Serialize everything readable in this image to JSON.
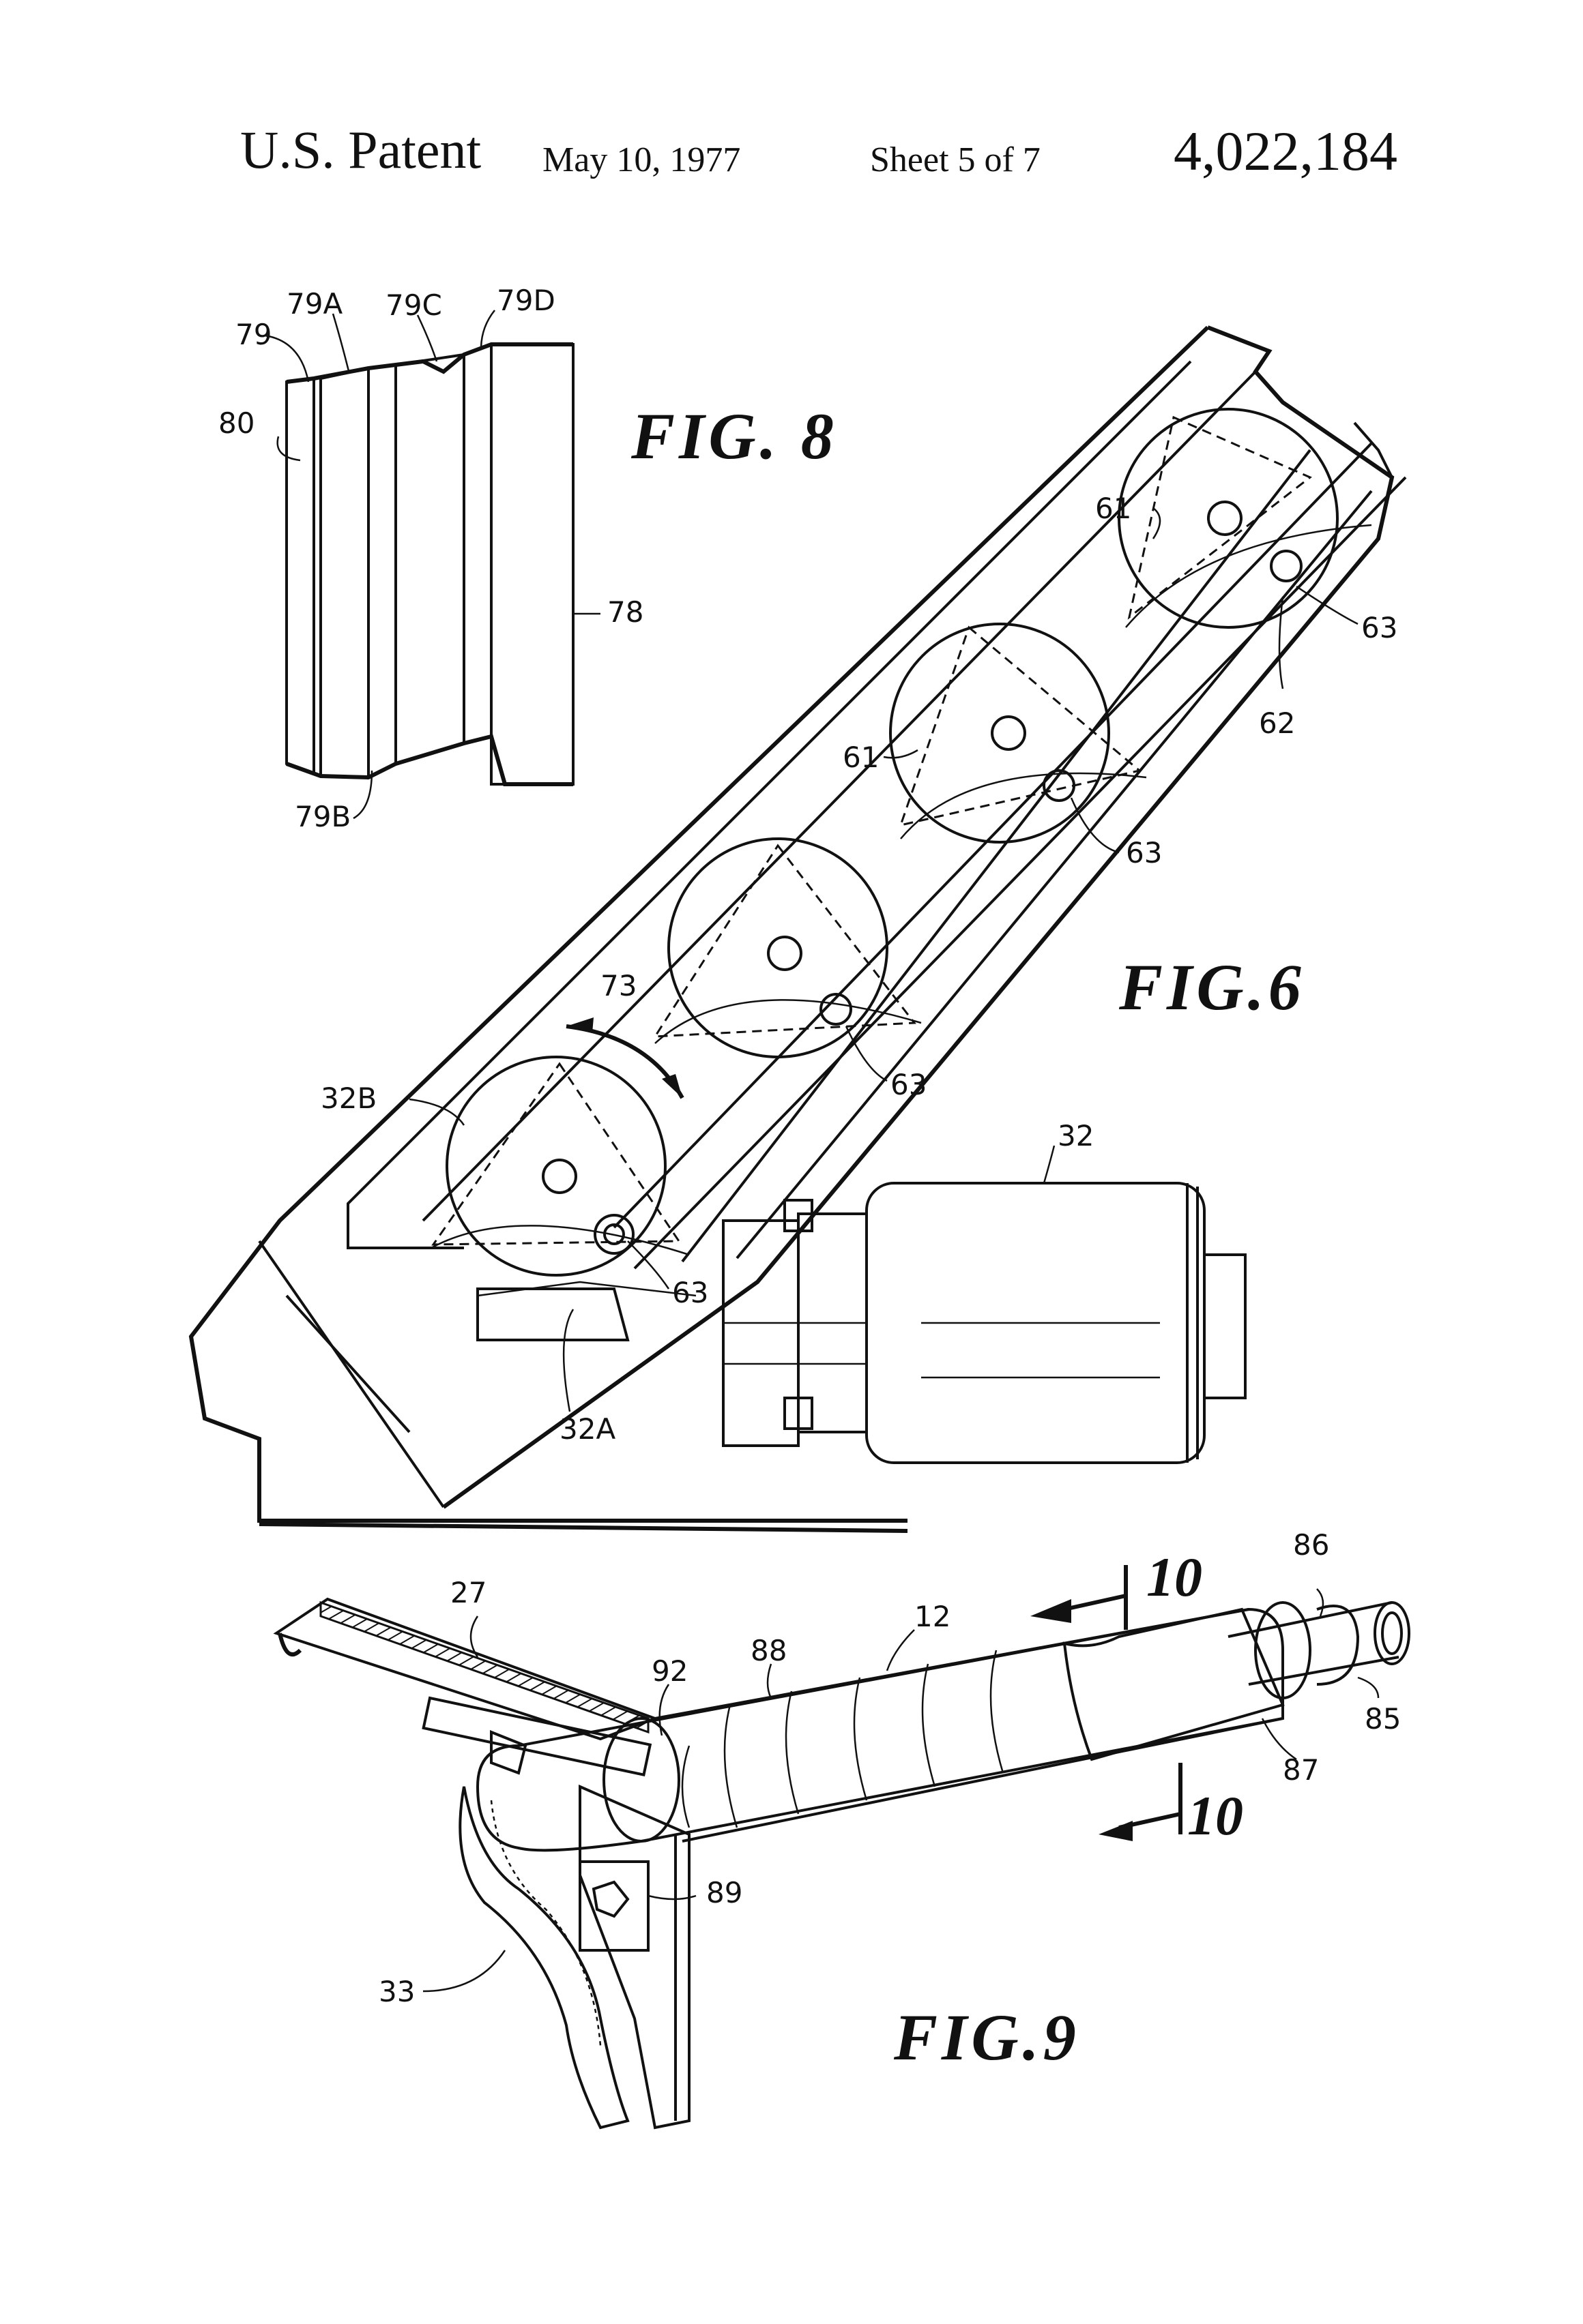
{
  "header": {
    "patent_label": "U.S. Patent",
    "date": "May 10, 1977",
    "sheet": "Sheet 5 of 7",
    "patent_number": "4,022,184"
  },
  "fig8": {
    "title": "FIG. 8",
    "labels": [
      "79",
      "79A",
      "79C",
      "79D",
      "80",
      "78",
      "79B"
    ]
  },
  "fig6": {
    "title": "FIG.6",
    "labels": [
      "61",
      "63",
      "62",
      "61",
      "63",
      "73",
      "63",
      "32B",
      "32",
      "63",
      "32A"
    ]
  },
  "fig9": {
    "title": "FIG.9",
    "section": "10",
    "labels": [
      "86",
      "27",
      "12",
      "92",
      "88",
      "85",
      "87",
      "89",
      "33"
    ]
  }
}
